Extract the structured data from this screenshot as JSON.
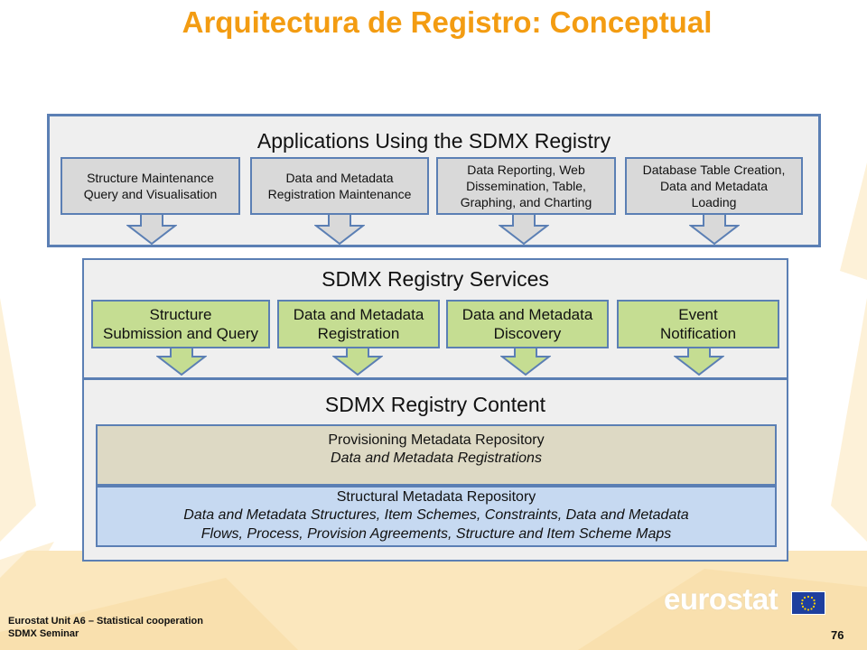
{
  "title": "Arquitectura de Registro: Conceptual",
  "applications": {
    "heading": "Applications Using the SDMX Registry",
    "boxes": [
      "Structure Maintenance\nQuery and Visualisation",
      "Data and Metadata\nRegistration Maintenance",
      "Data Reporting, Web\nDissemination, Table,\nGraphing, and Charting",
      "Database Table Creation,\nData and Metadata\nLoading"
    ]
  },
  "services": {
    "heading": "SDMX Registry Services",
    "boxes": [
      "Structure\nSubmission and Query",
      "Data and Metadata\nRegistration",
      "Data and Metadata\nDiscovery",
      "Event\nNotification"
    ]
  },
  "content": {
    "heading": "SDMX Registry Content",
    "provisioning": {
      "title": "Provisioning Metadata Repository",
      "subtitle": "Data and Metadata Registrations"
    },
    "structural": {
      "title": "Structural Metadata Repository",
      "line1": "Data and Metadata Structures, Item Schemes, Constraints, Data and Metadata",
      "line2": "Flows, Process, Provision Agreements, Structure and Item Scheme Maps"
    }
  },
  "footer": {
    "line1": "Eurostat Unit  A6 – Statistical cooperation",
    "line2": "SDMX Seminar",
    "page": "76"
  },
  "logo": {
    "text": "eurostat",
    "flag_icon": "eu-flag-icon"
  },
  "colors": {
    "title": "#f39c12",
    "panel_border": "#5b7fb4",
    "app_box": "#d9d9d9",
    "service_box": "#c5dd92",
    "provisioning": "#ddd9c4",
    "structural": "#c6d9f1",
    "background_rays": "#fbe9c6"
  }
}
